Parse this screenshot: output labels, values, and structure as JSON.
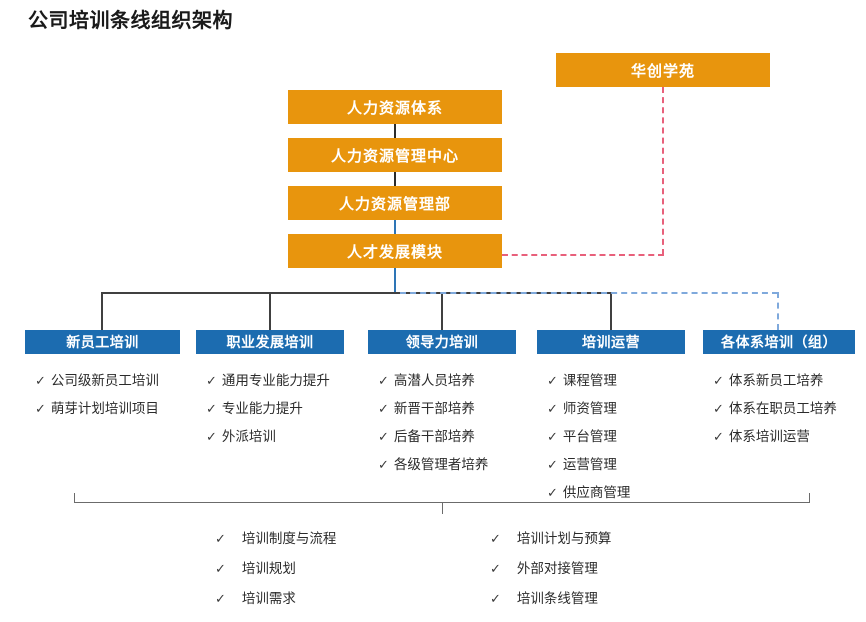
{
  "page": {
    "title": "公司培训条线组织架构"
  },
  "colors": {
    "orange": "#E8950D",
    "blue": "#1C6CB0",
    "red_dashed": "#E8607B",
    "blue_dashed": "#7FA9DC",
    "line": "#404040"
  },
  "hierarchy": {
    "boxes": [
      {
        "label": "人力资源体系"
      },
      {
        "label": "人力资源管理中心"
      },
      {
        "label": "人力资源管理部"
      },
      {
        "label": "人才发展模块"
      }
    ],
    "side_box": {
      "label": "华创学苑"
    }
  },
  "columns": [
    {
      "header": "新员工培训",
      "items": [
        "公司级新员工培训",
        "萌芽计划培训项目"
      ]
    },
    {
      "header": "职业发展培训",
      "items": [
        "通用专业能力提升",
        "专业能力提升",
        "外派培训"
      ]
    },
    {
      "header": "领导力培训",
      "items": [
        "高潜人员培养",
        "新晋干部培养",
        "后备干部培养",
        "各级管理者培养"
      ]
    },
    {
      "header": "培训运营",
      "items": [
        "课程管理",
        "师资管理",
        "平台管理",
        "运营管理",
        "供应商管理"
      ]
    },
    {
      "header": "各体系培训（组）",
      "items": [
        "体系新员工培养",
        "体系在职员工培养",
        "体系培训运营"
      ]
    }
  ],
  "bottom": {
    "left_items": [
      "培训制度与流程",
      "培训规划",
      "培训需求"
    ],
    "right_items": [
      "培训计划与预算",
      "外部对接管理",
      "培训条线管理"
    ]
  },
  "icons": {
    "tick": "✓"
  }
}
